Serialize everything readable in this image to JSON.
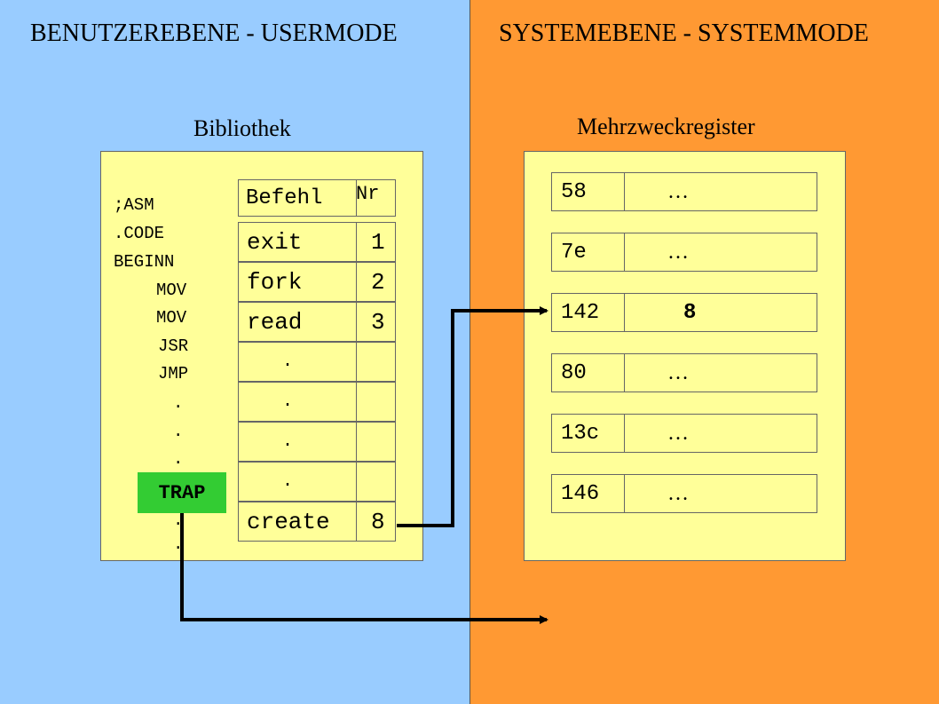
{
  "headings": {
    "user_mode": "BENUTZEREBENE - USERMODE",
    "system_mode": "SYSTEMEBENE - SYSTEMMODE"
  },
  "library": {
    "title": "Bibliothek",
    "asm_lines": [
      ";ASM",
      ".CODE",
      "BEGINN",
      "MOV",
      "MOV",
      "JSR",
      "JMP",
      ".",
      ".",
      ".",
      ".",
      "."
    ],
    "trap_label": "TRAP",
    "table": {
      "header_command": "Befehl",
      "header_nr": "Nr",
      "rows": [
        {
          "command": "exit",
          "nr": "1"
        },
        {
          "command": "fork",
          "nr": "2"
        },
        {
          "command": "read",
          "nr": "3"
        },
        {
          "command": ".",
          "nr": ""
        },
        {
          "command": ".",
          "nr": ""
        },
        {
          "command": ".",
          "nr": ""
        },
        {
          "command": ".",
          "nr": ""
        },
        {
          "command": "create",
          "nr": "8"
        }
      ]
    }
  },
  "registers": {
    "title": "Mehrzweckregister",
    "rows": [
      {
        "address": "58",
        "value": "…"
      },
      {
        "address": "7e",
        "value": "…"
      },
      {
        "address": "142",
        "value": "8"
      },
      {
        "address": "80",
        "value": "…"
      },
      {
        "address": "13c",
        "value": "…"
      },
      {
        "address": "146",
        "value": "…"
      }
    ]
  },
  "colors": {
    "user_bg": "#99ccff",
    "system_bg": "#ff9933",
    "box_bg": "#ffff99",
    "trap_bg": "#33cc33"
  }
}
